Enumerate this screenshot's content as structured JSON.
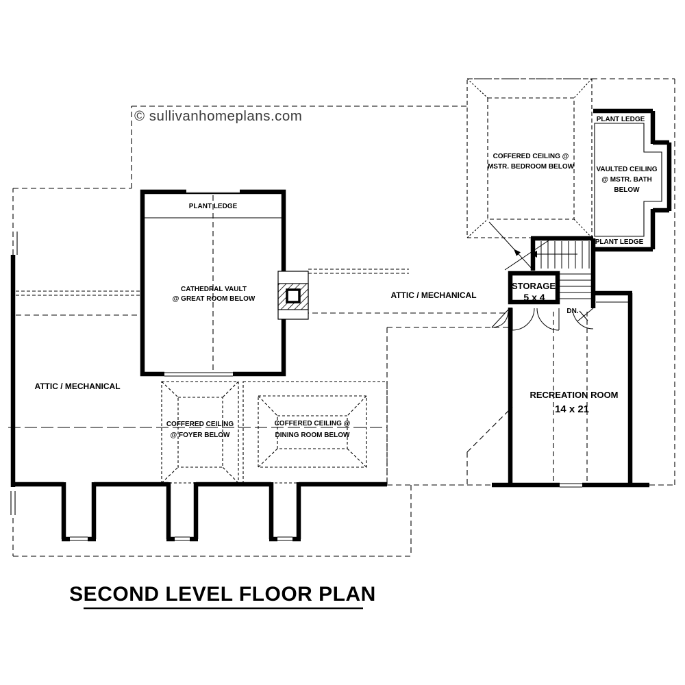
{
  "watermark": "© sullivanhomeplans.com",
  "title": "SECOND LEVEL FLOOR PLAN",
  "rooms": {
    "great_room": {
      "plant_ledge": "PLANT LEDGE",
      "line1": "CATHEDRAL VAULT",
      "line2": "@ GREAT ROOM BELOW"
    },
    "attic_left": {
      "label": "ATTIC / MECHANICAL"
    },
    "attic_right": {
      "label": "ATTIC / MECHANICAL"
    },
    "master_bedroom": {
      "line1": "COFFERED CEILING @",
      "line2": "MSTR. BEDROOM BELOW"
    },
    "master_bath": {
      "plant_ledge_top": "PLANT LEDGE",
      "line1": "VAULTED CEILING",
      "line2": "@ MSTR. BATH",
      "line3": "BELOW",
      "plant_ledge_bottom": "PLANT LEDGE"
    },
    "storage": {
      "line1": "STORAGE",
      "line2": "5 x 4"
    },
    "stairs": {
      "down_label": "DN."
    },
    "recreation_room": {
      "line1": "RECREATION ROOM",
      "line2": "14 x 21"
    },
    "foyer": {
      "line1": "COFFERED CEILING",
      "line2": "@ FOYER BELOW"
    },
    "dining": {
      "line1": "COFFERED CEILING @",
      "line2": "DINING ROOM BELOW"
    }
  },
  "colors": {
    "line": "#000000",
    "background": "#ffffff",
    "watermark": "#3a3a3a"
  }
}
